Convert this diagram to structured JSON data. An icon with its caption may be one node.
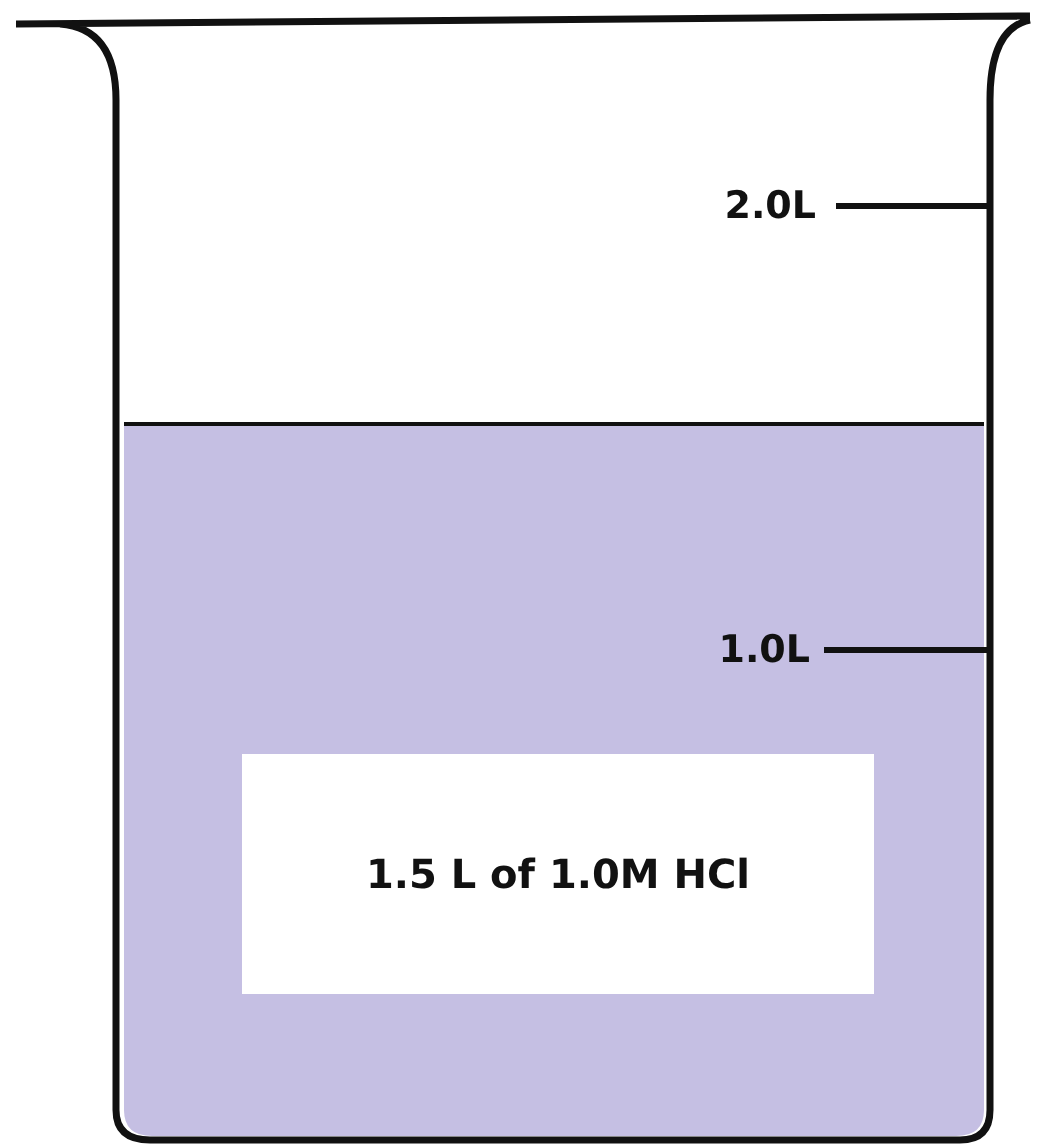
{
  "diagram": {
    "nodes": [
      {
        "text": [
          "1.5 L of 1.0M HCl"
        ]
      }
    ],
    "labels": [
      "2.0L",
      "1.0L"
    ]
  }
}
